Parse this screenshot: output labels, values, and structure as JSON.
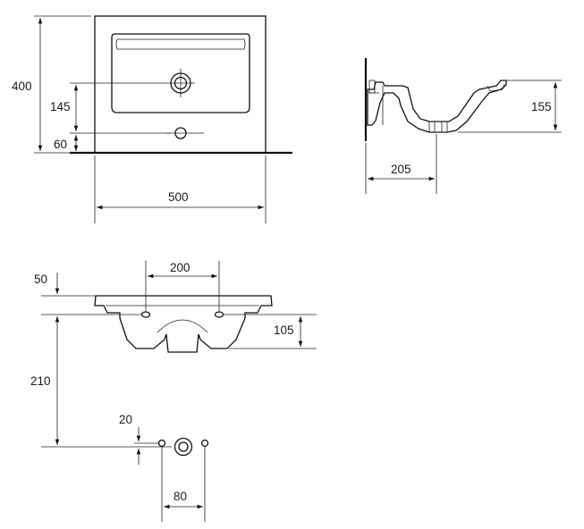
{
  "dimensions": {
    "top_view": {
      "height_total": "400",
      "hole_offset": "145",
      "tap_hole_offset": "60",
      "width": "500"
    },
    "side_view": {
      "height": "155",
      "depth": "205"
    },
    "back_view": {
      "top_offset": "50",
      "bracket_spacing": "200",
      "bowl_depth": "105",
      "drain_height": "210",
      "fixing_offset": "20",
      "fixing_spacing": "80"
    }
  }
}
